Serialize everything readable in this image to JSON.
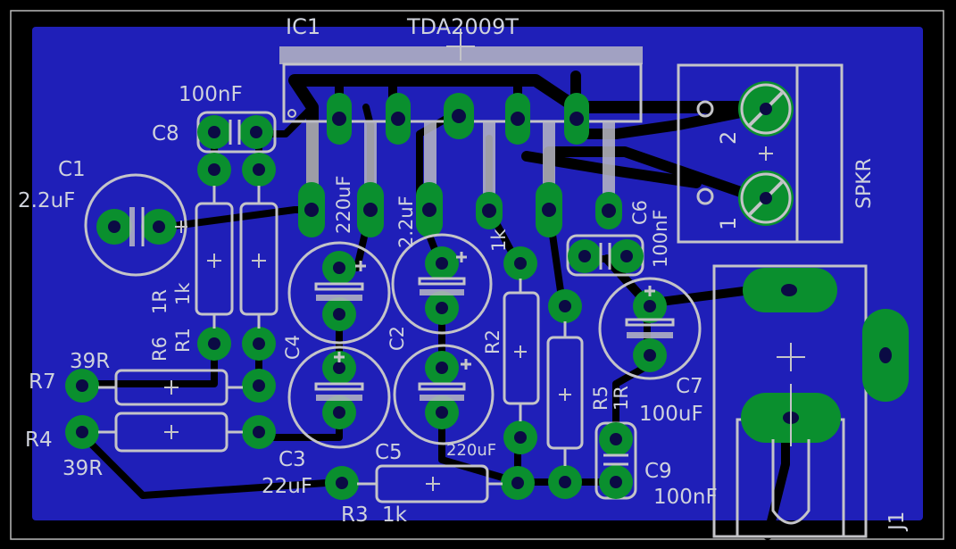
{
  "colors": {
    "background": "#000000",
    "board": "#1f1fb8",
    "copper_pad": "#0a8f2e",
    "silkscreen": "#c4c4c8",
    "trace": "#000000"
  },
  "labels": {
    "ic1": "IC1",
    "tda": "TDA2009T",
    "c8_val": "100nF",
    "c8": "C8",
    "c1": "C1",
    "c1_val": "2.2uF",
    "c4_val": "220uF",
    "c2_val": "2.2uF",
    "r2_val": "1k",
    "c6": "C6",
    "c6_val": "100nF",
    "spkr": "SPKR",
    "r6_val": "1R",
    "r1_val": "1k",
    "r6": "R6",
    "r1": "R1",
    "c4": "C4",
    "c2": "C2",
    "r2": "R2",
    "r5": "R5",
    "r5_val": "1R",
    "c7": "C7",
    "c7_val": "100uF",
    "r7_val": "39R",
    "r7": "R7",
    "r4": "R4",
    "r4_val": "39R",
    "c3": "C3",
    "c3_val": "22uF",
    "c5": "C5",
    "c5_val": "220uF",
    "r3": "R3",
    "r3_val": "1k",
    "c9": "C9",
    "c9_val": "100nF",
    "j1": "J1",
    "term2": "2",
    "term1": "1"
  }
}
